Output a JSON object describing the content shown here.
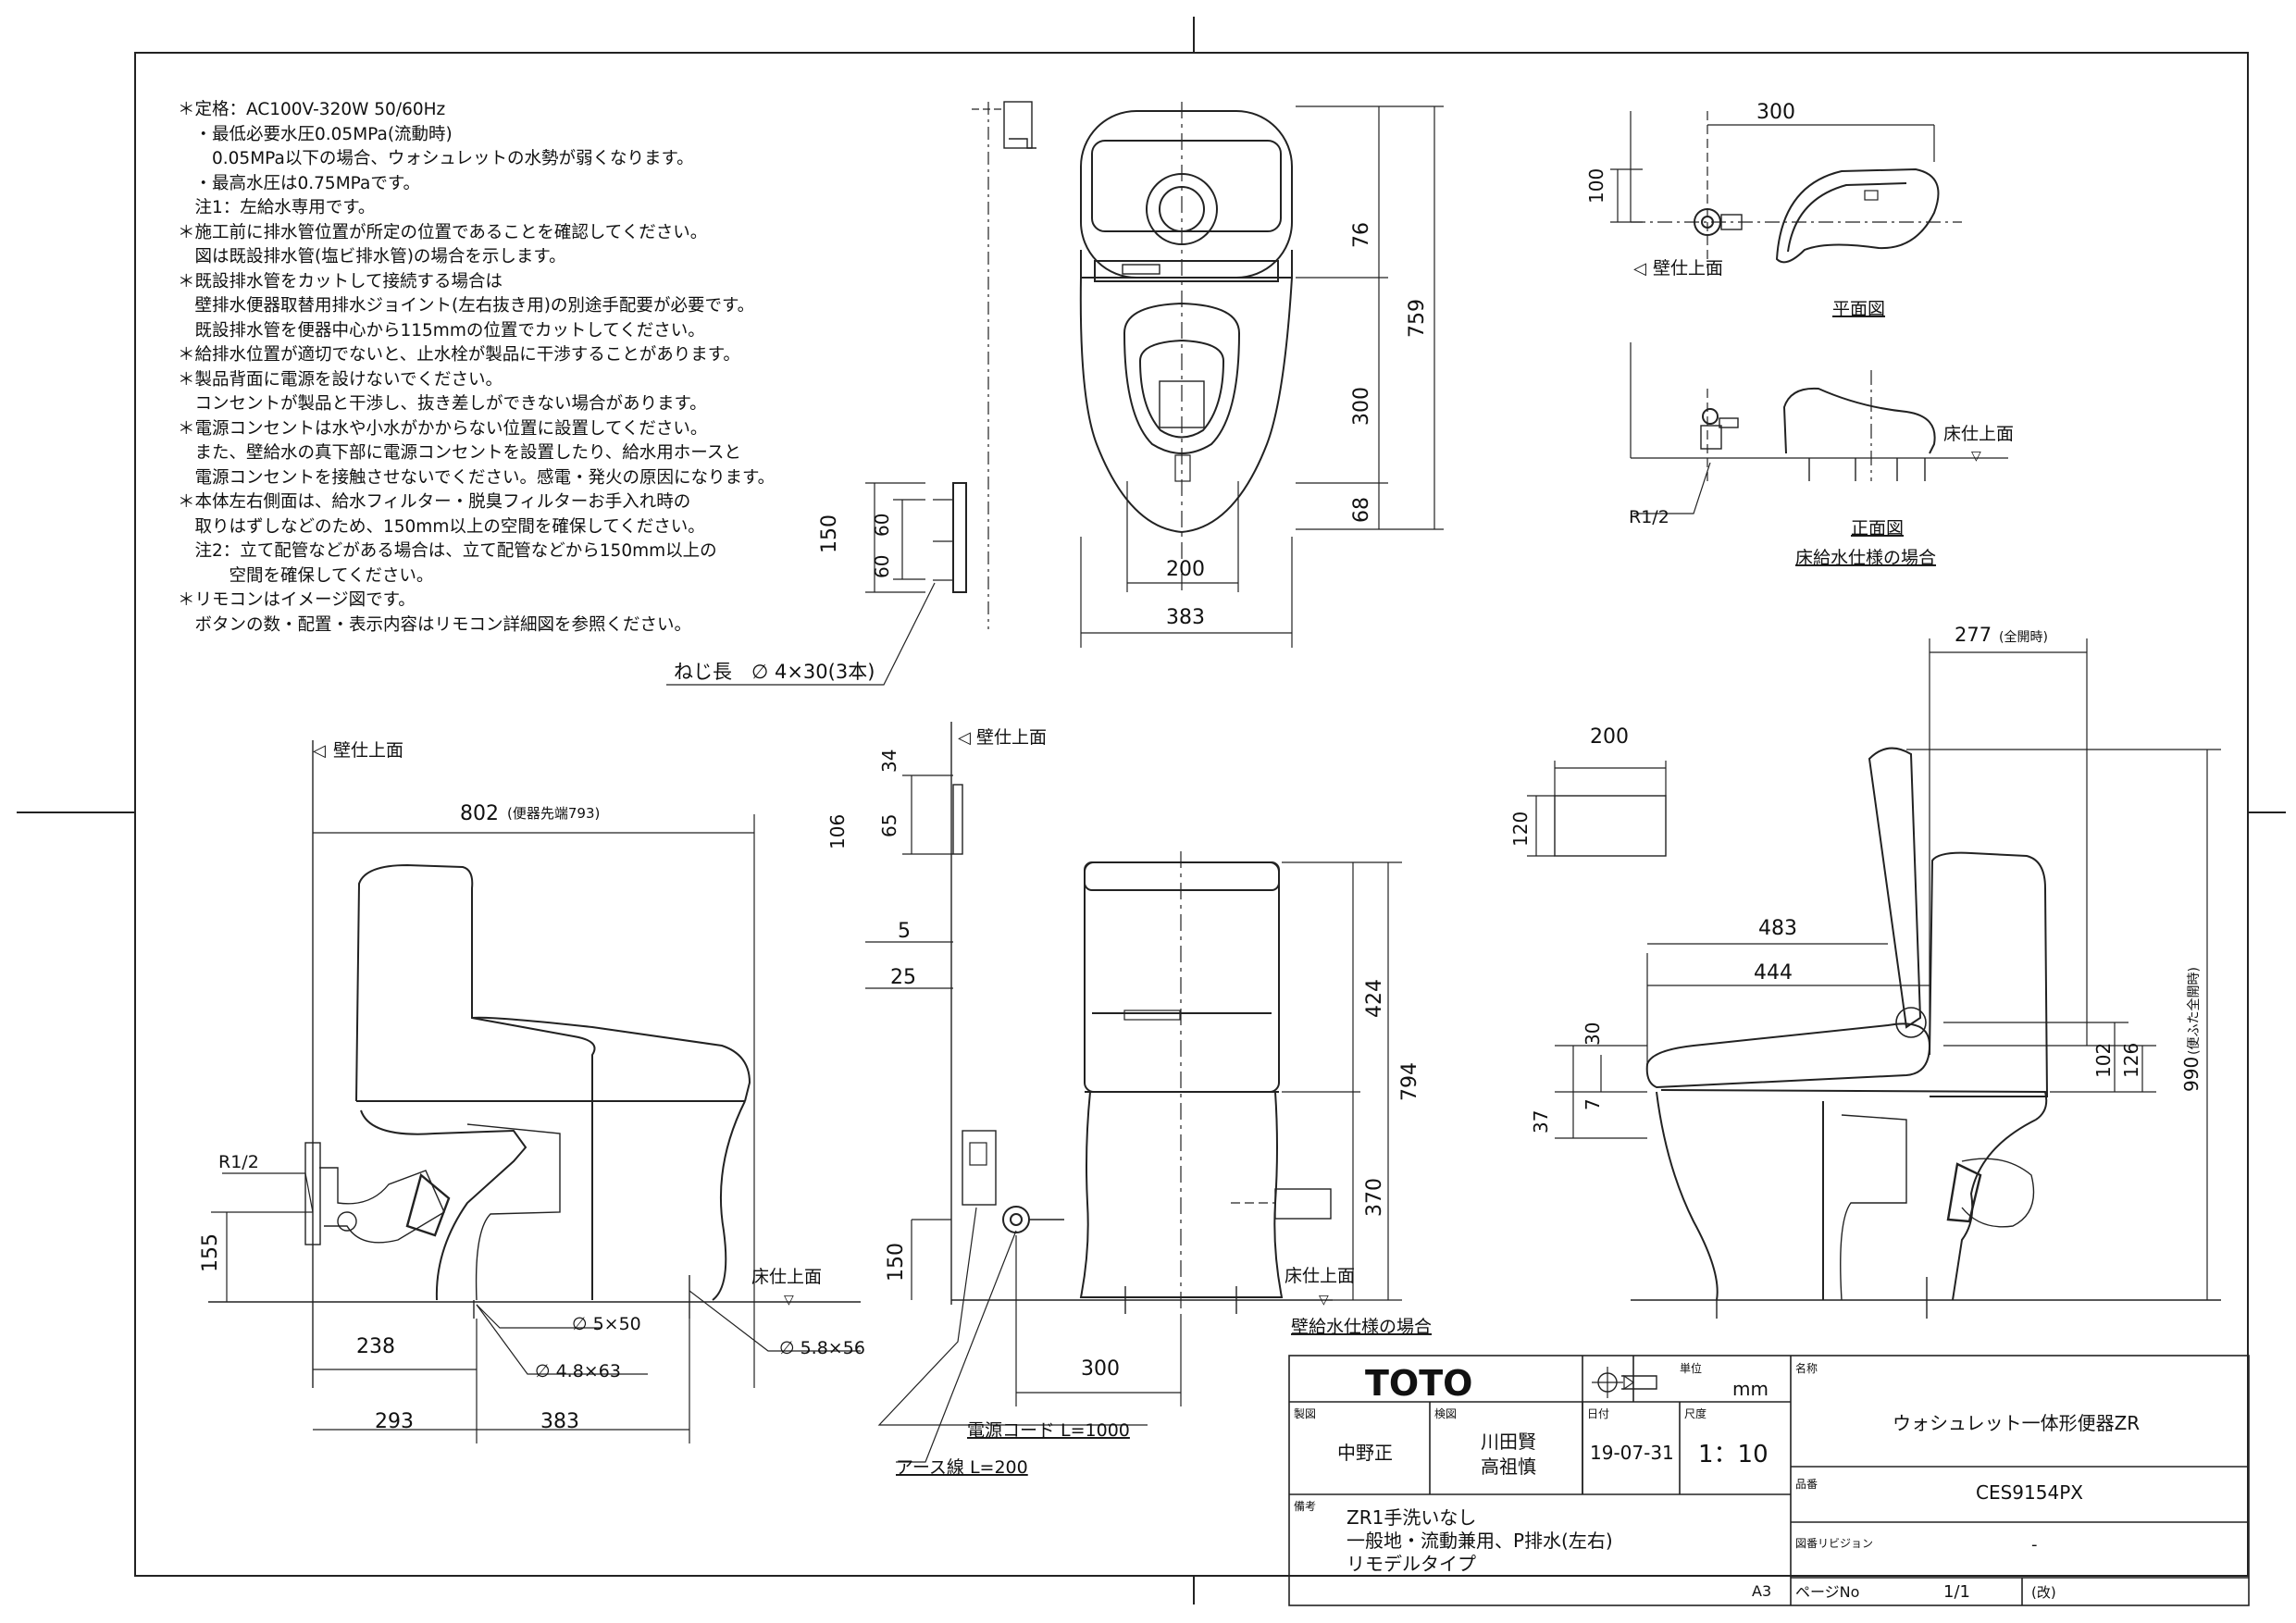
{
  "notes": [
    "＊定格：AC100V-320W 50/60Hz",
    "　・最低必要水圧0.05MPa(流動時)",
    "　　0.05MPa以下の場合、ウォシュレットの水勢が弱くなります。",
    "　・最高水圧は0.75MPaです。",
    "　注1：左給水専用です。",
    "＊施工前に排水管位置が所定の位置であることを確認してください。",
    "　図は既設排水管(塩ビ排水管)の場合を示します。",
    "＊既設排水管をカットして接続する場合は",
    "　壁排水便器取替用排水ジョイント(左右抜き用)の別途手配要が必要です。",
    "　既設排水管を便器中心から115mmの位置でカットしてください。",
    "＊給排水位置が適切でないと、止水栓が製品に干渉することがあります。",
    "＊製品背面に電源を設けないでください。",
    "　コンセントが製品と干渉し、抜き差しができない場合があります。",
    "＊電源コンセントは水や小水がかからない位置に設置してください。",
    "　また、壁給水の真下部に電源コンセントを設置したり、給水用ホースと",
    "　電源コンセントを接触させないでください。感電・発火の原因になります。",
    "＊本体左右側面は、給水フィルター・脱臭フィルターお手入れ時の",
    "　取りはずしなどのため、150mm以上の空間を確保してください。",
    "　注2：立て配管などがある場合は、立て配管などから150mm以上の",
    "　　　空間を確保してください。",
    "＊リモコンはイメージ図です。",
    "　ボタンの数・配置・表示内容はリモコン詳細図を参照ください。"
  ],
  "dims": {
    "top_view": {
      "d76": "76",
      "d759": "759",
      "d300": "300",
      "d68": "68",
      "d200": "200",
      "d383": "383",
      "d150": "150",
      "d60a": "60",
      "d60b": "60",
      "screw": "ねじ長　∅ 4×30(3本)"
    },
    "plan": {
      "d300": "300",
      "d100": "100",
      "wall": "壁仕上面",
      "caption": "平面図"
    },
    "front_floor": {
      "floor": "床仕上面",
      "r12": "R1/2",
      "caption1": "正面図",
      "caption2": "床給水仕様の場合"
    },
    "side": {
      "wall": "壁仕上面",
      "d802": "802",
      "d802note": "(便器先端793)",
      "r12": "R1/2",
      "d155": "155",
      "d238": "238",
      "d293": "293",
      "d383": "383",
      "phi550": "∅ 5×50",
      "phi4863": "∅ 4.8×63",
      "phi5856": "∅ 5.8×56",
      "floor": "床仕上面"
    },
    "front": {
      "wall": "壁仕上面",
      "d34": "34",
      "d106": "106",
      "d65": "65",
      "d5": "5",
      "d25": "25",
      "d424": "424",
      "d794": "794",
      "d370": "370",
      "d150": "150",
      "d300": "300",
      "floor": "床仕上面",
      "caption": "壁給水仕様の場合",
      "cord": "電源コード L=1000",
      "earth": "アース線 L=200"
    },
    "open": {
      "d277": "277",
      "d277note": "(全開時)",
      "d200": "200",
      "d120": "120",
      "d483": "483",
      "d444": "444",
      "d30": "30",
      "d37": "37",
      "d7": "7",
      "d102": "102",
      "d126": "126",
      "d990": "990",
      "d990note": "(便ふた全開時)"
    }
  },
  "title_block": {
    "logo": "TOTO",
    "unit_label": "単位",
    "unit": "mm",
    "name_label": "名称",
    "name": "ウォシュレット一体形便器ZR",
    "draft_label": "製図",
    "drafter": "中野正",
    "check_label": "検図",
    "checker1": "川田賢",
    "checker2": "高祖慎",
    "date_label": "日付",
    "date": "19-07-31",
    "scale_label": "尺度",
    "scale": "1：10",
    "model_label": "品番",
    "model": "CES9154PX",
    "remarks_label": "備考",
    "remarks": [
      "ZR1手洗いなし",
      "一般地・流動兼用、P排水(左右)",
      "リモデルタイプ"
    ],
    "revision_label": "図番リビジョン",
    "revision": "-",
    "sheet_size": "A3",
    "page_label": "ページNo",
    "page": "1/1",
    "page_suffix": "(改)"
  }
}
